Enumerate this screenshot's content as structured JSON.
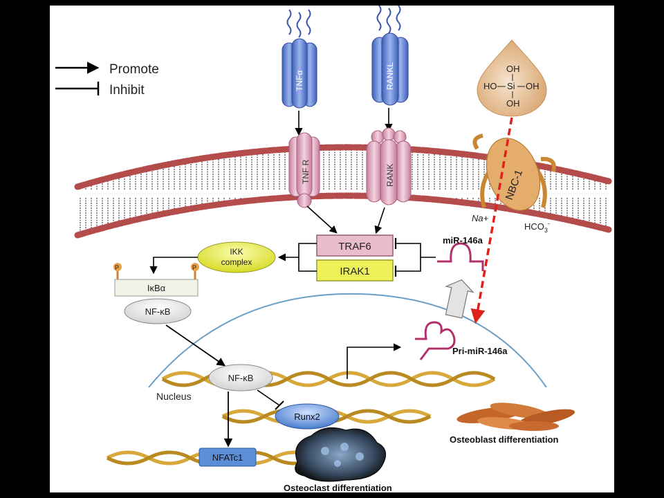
{
  "legend": {
    "promote": "Promote",
    "inhibit": "Inhibit"
  },
  "ligands": {
    "tnfa": "TNFα",
    "rankl": "RANKL"
  },
  "receptors": {
    "tnfr": "TNF R",
    "rank": "RANK"
  },
  "transporter": {
    "name": "NBC-1",
    "na": "Na+",
    "hco3": "HCO",
    "hco3_sub": "3",
    "hco3_sup": "-"
  },
  "silicic_acid": {
    "oh_top": "OH",
    "oh_left": "HO",
    "si": "Si",
    "oh_right": "OH",
    "oh_bottom": "OH"
  },
  "nodes": {
    "traf6": "TRAF6",
    "irak1": "IRAK1",
    "ikk_line1": "IKK",
    "ikk_line2": "complex",
    "ikba": "IκBα",
    "nfkb_cyto": "NF-κB",
    "nfkb_nucleus": "NF-κB",
    "runx2": "Runx2",
    "nfatc1": "NFATc1",
    "phospho_left": "P",
    "phospho_right": "P"
  },
  "labels": {
    "mir146a": "miR-146a",
    "pri_mir146a": "Pri-miR-146a",
    "nucleus": "Nucleus",
    "osteoblast": "Osteoblast differentiation",
    "osteoclast": "Osteoclast differentiation"
  },
  "colors": {
    "ligand_tnfa": "#6f8fd8",
    "ligand_rankl": "#6f8fd8",
    "receptor": "#e6b2c6",
    "traf6": "#e8b9cc",
    "irak1": "#eef05a",
    "ikk": "#e8ec2e",
    "nbc1": "#e1a767",
    "runx2": "#5b8fd6",
    "nfatc1": "#4f86d2",
    "dna": "#d8a83a",
    "mirna": "#b0306a",
    "silicon_arrow": "#e0201a"
  }
}
